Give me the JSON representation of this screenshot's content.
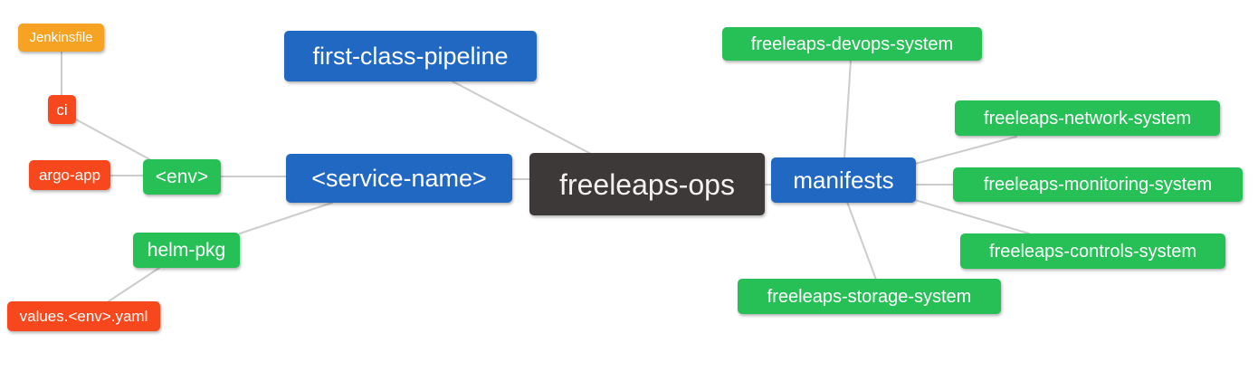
{
  "diagram": {
    "palette": {
      "orange": "#F6A324",
      "red": "#F7481D",
      "green": "#26C057",
      "blue": "#2168C2",
      "dark": "#3C3938",
      "edge": "#CCCCCC",
      "node_text": "#FFFFFF",
      "background": "#FFFFFF"
    },
    "nodes": [
      {
        "id": "jenkinsfile",
        "label": "Jenkinsfile",
        "color_role": "orange"
      },
      {
        "id": "ci",
        "label": "ci",
        "color_role": "red"
      },
      {
        "id": "argo-app",
        "label": "argo-app",
        "color_role": "red"
      },
      {
        "id": "env",
        "label": "<env>",
        "color_role": "green"
      },
      {
        "id": "helm-pkg",
        "label": "helm-pkg",
        "color_role": "green"
      },
      {
        "id": "values-env-yaml",
        "label": "values.<env>.yaml",
        "color_role": "red"
      },
      {
        "id": "first-class-pipeline",
        "label": "first-class-pipeline",
        "color_role": "blue"
      },
      {
        "id": "service-name",
        "label": "<service-name>",
        "color_role": "blue"
      },
      {
        "id": "freeleaps-ops",
        "label": "freeleaps-ops",
        "color_role": "dark"
      },
      {
        "id": "manifests",
        "label": "manifests",
        "color_role": "blue"
      },
      {
        "id": "freeleaps-devops-system",
        "label": "freeleaps-devops-system",
        "color_role": "green"
      },
      {
        "id": "freeleaps-network-system",
        "label": "freeleaps-network-system",
        "color_role": "green"
      },
      {
        "id": "freeleaps-monitoring-system",
        "label": "freeleaps-monitoring-system",
        "color_role": "green"
      },
      {
        "id": "freeleaps-controls-system",
        "label": "freeleaps-controls-system",
        "color_role": "green"
      },
      {
        "id": "freeleaps-storage-system",
        "label": "freeleaps-storage-system",
        "color_role": "green"
      }
    ],
    "edges": [
      {
        "from": "jenkinsfile",
        "to": "ci"
      },
      {
        "from": "ci",
        "to": "env"
      },
      {
        "from": "argo-app",
        "to": "env"
      },
      {
        "from": "env",
        "to": "service-name"
      },
      {
        "from": "service-name",
        "to": "helm-pkg"
      },
      {
        "from": "helm-pkg",
        "to": "values-env-yaml"
      },
      {
        "from": "first-class-pipeline",
        "to": "freeleaps-ops"
      },
      {
        "from": "service-name",
        "to": "freeleaps-ops"
      },
      {
        "from": "freeleaps-ops",
        "to": "manifests"
      },
      {
        "from": "manifests",
        "to": "freeleaps-devops-system"
      },
      {
        "from": "manifests",
        "to": "freeleaps-network-system"
      },
      {
        "from": "manifests",
        "to": "freeleaps-monitoring-system"
      },
      {
        "from": "manifests",
        "to": "freeleaps-controls-system"
      },
      {
        "from": "manifests",
        "to": "freeleaps-storage-system"
      }
    ]
  }
}
